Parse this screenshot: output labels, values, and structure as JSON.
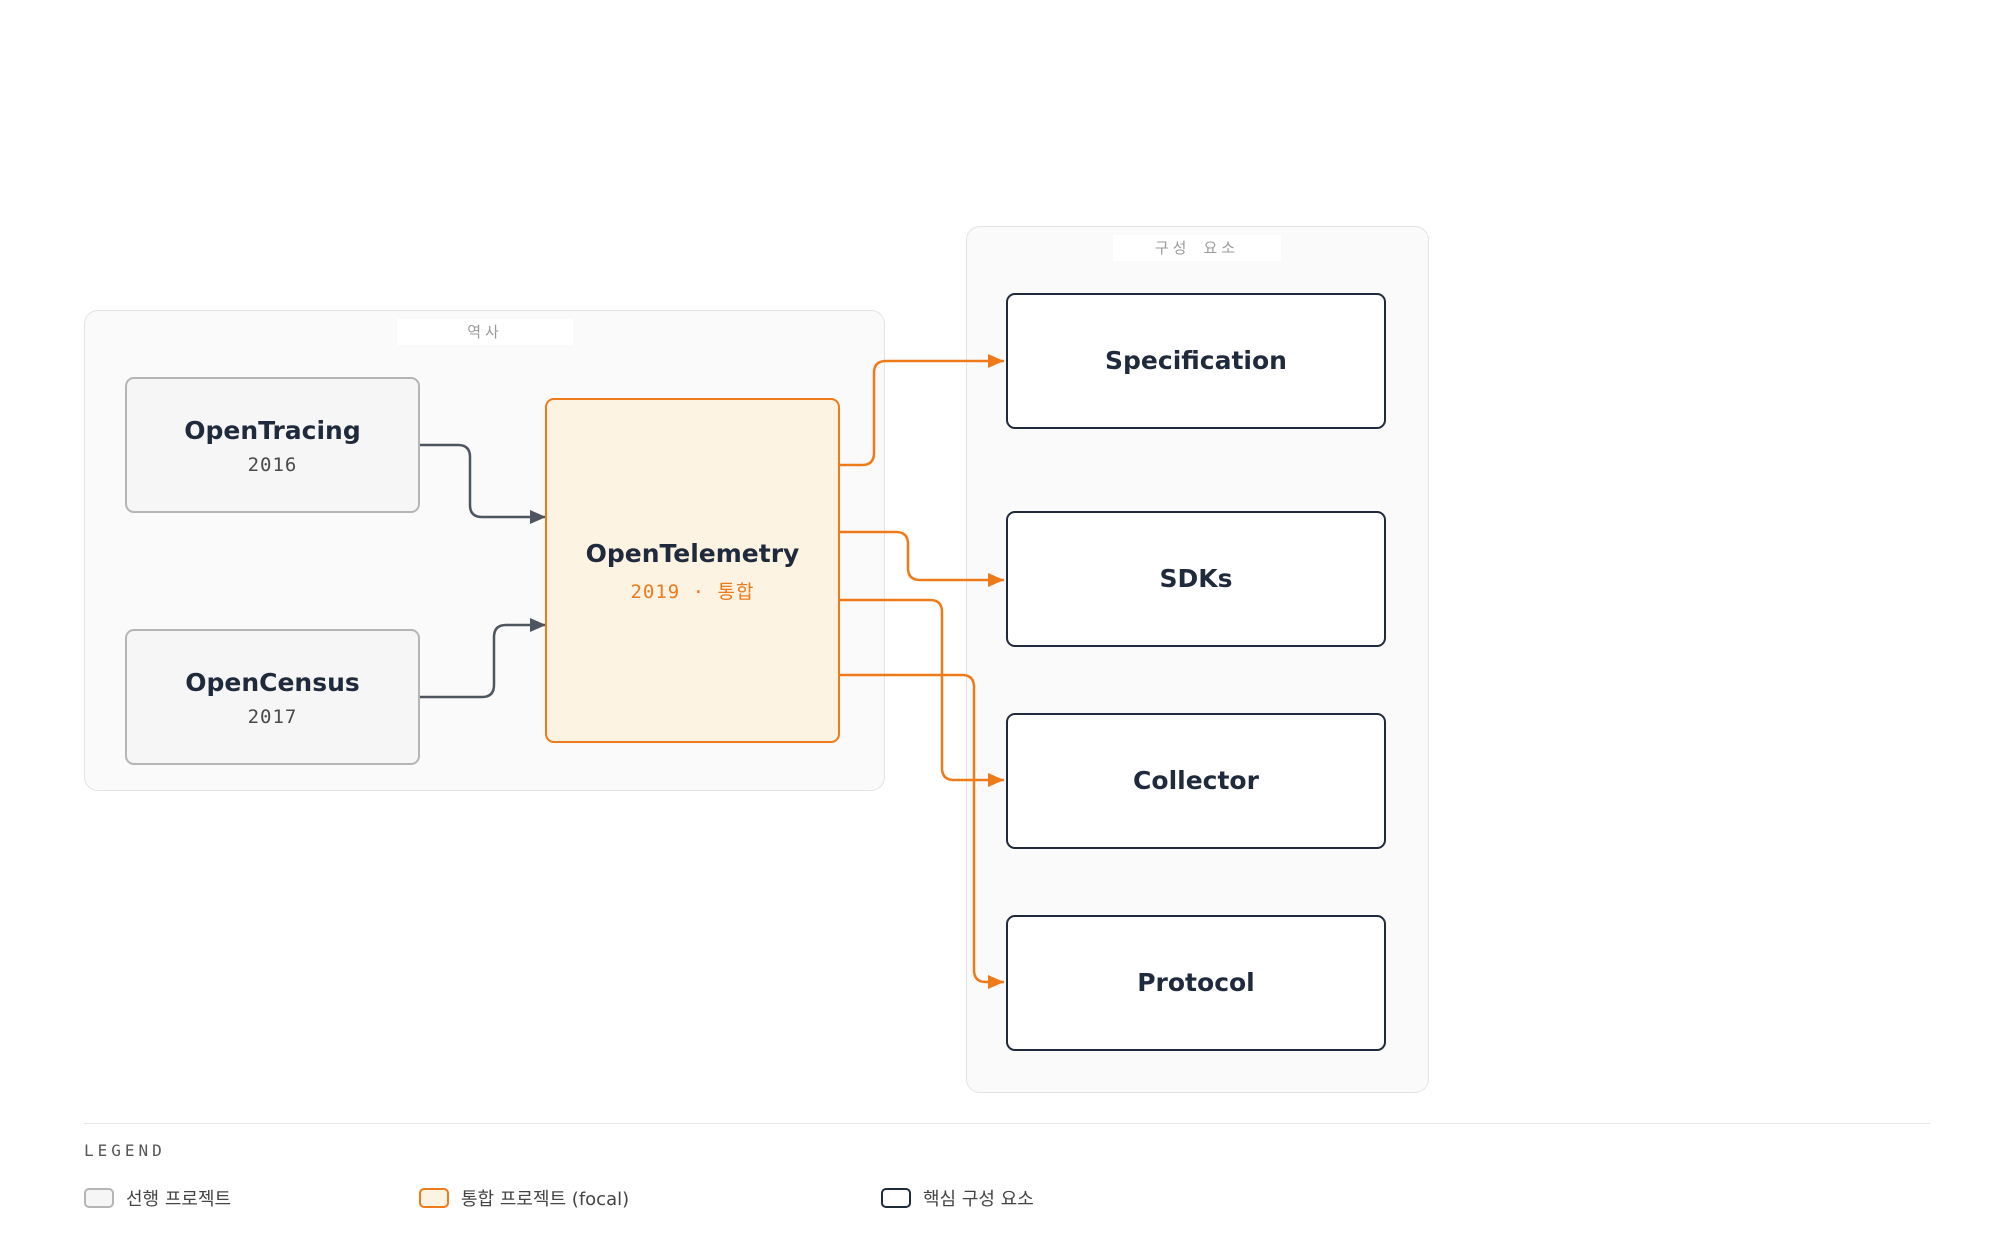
{
  "clusters": {
    "history": {
      "label": "역사"
    },
    "components": {
      "label": "구성 요소"
    }
  },
  "nodes": {
    "opentracing": {
      "title": "OpenTracing",
      "year": "2016"
    },
    "opencensus": {
      "title": "OpenCensus",
      "year": "2017"
    },
    "opentelemetry": {
      "title": "OpenTelemetry",
      "subtitle": "2019 · 통합"
    },
    "specification": {
      "title": "Specification"
    },
    "sdks": {
      "title": "SDKs"
    },
    "collector": {
      "title": "Collector"
    },
    "protocol": {
      "title": "Protocol"
    }
  },
  "legend": {
    "title": "LEGEND",
    "items": [
      {
        "kind": "precursor",
        "label": "선행 프로젝트"
      },
      {
        "kind": "focal",
        "label": "통합 프로젝트 (focal)"
      },
      {
        "kind": "component",
        "label": "핵심 구성 요소"
      }
    ]
  },
  "colors": {
    "accent": "#ef7a1a",
    "focal_fill": "#fdf3e3",
    "component_border": "#1f2a3c",
    "precursor_border": "#b5b5b5",
    "precursor_edge": "#4d5561"
  }
}
